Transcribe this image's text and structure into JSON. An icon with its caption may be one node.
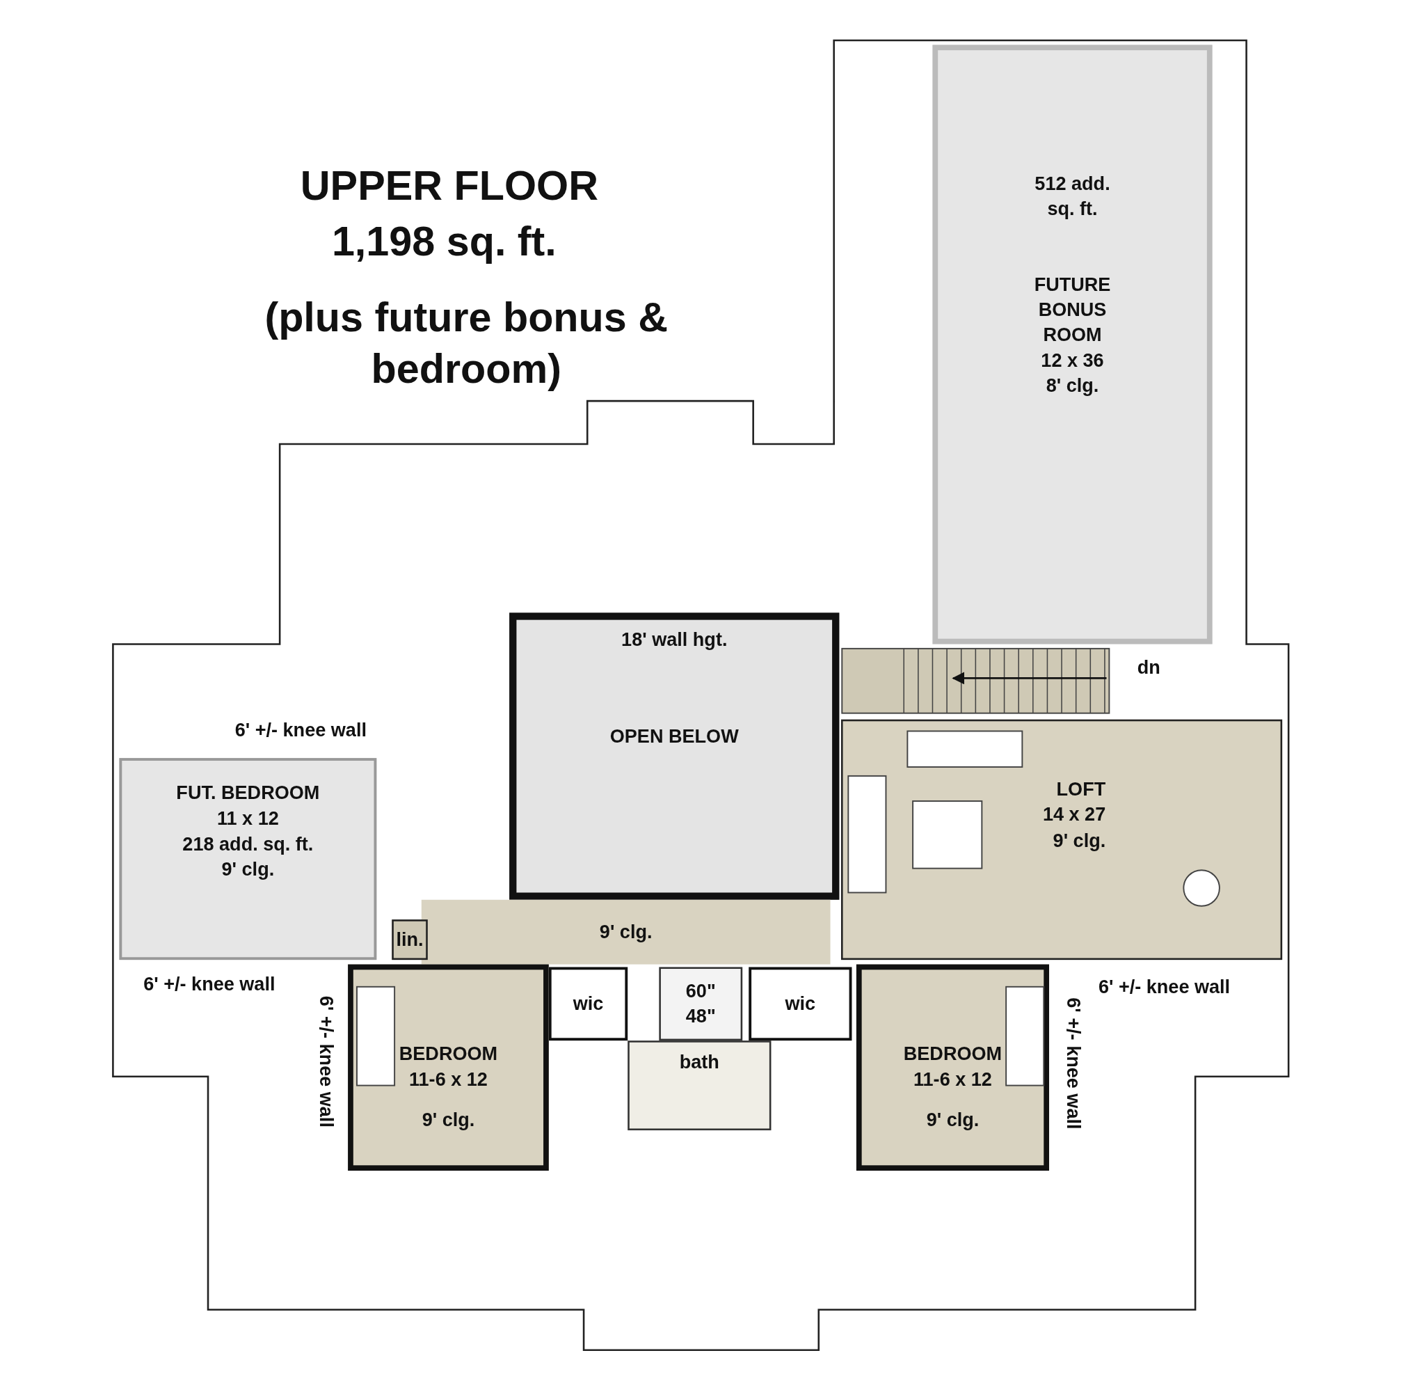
{
  "diagram": {
    "title": "UPPER FLOOR",
    "nodes": [
      {
        "text": [
          "512 add. sq. ft.",
          "FUTURE BONUS ROOM",
          "12 x 36",
          "8' clg."
        ]
      },
      {
        "text": [
          "18' wall hgt.",
          "OPEN BELOW"
        ]
      },
      {
        "text": [
          "dn"
        ]
      },
      {
        "text": [
          "LOFT",
          "14 x 27",
          "9' clg."
        ]
      },
      {
        "text": [
          "FUT. BEDROOM",
          "11 x 12",
          "218 add. sq. ft.",
          "9' clg."
        ]
      },
      {
        "text": [
          "9' clg."
        ]
      },
      {
        "text": [
          "lin."
        ]
      },
      {
        "text": [
          "BEDROOM",
          "11-6 x 12",
          "9' clg."
        ]
      },
      {
        "text": [
          "wic"
        ]
      },
      {
        "text": [
          "60\"",
          "48\""
        ]
      },
      {
        "text": [
          "wic"
        ]
      },
      {
        "text": [
          "bath"
        ]
      },
      {
        "text": [
          "BEDROOM",
          "11-6 x 12",
          "9' clg."
        ]
      }
    ],
    "labels": [
      "1,198 sq. ft.",
      "(plus future bonus & bedroom)",
      "6' +/- knee wall",
      "6' +/- knee wall",
      "6' +/- knee wall",
      "6' +/- knee wall",
      "6' +/- knee wall"
    ]
  }
}
